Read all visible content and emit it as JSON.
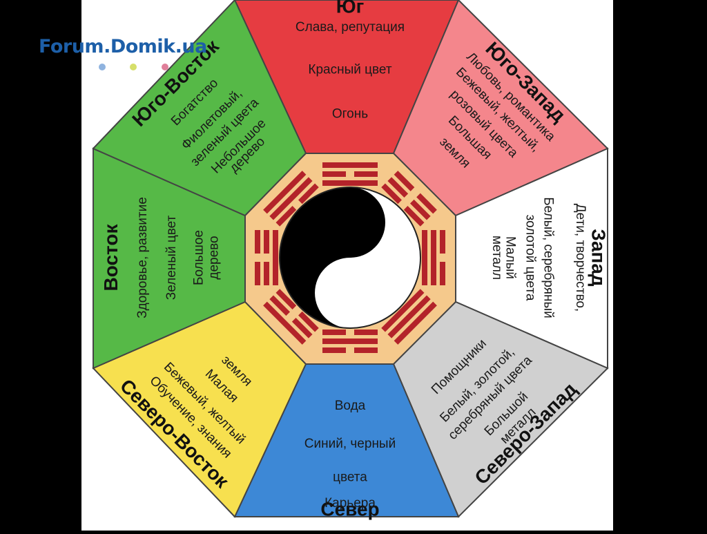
{
  "watermark": {
    "text": "Forum.Domik.ua",
    "dot_colors": [
      "#8fb3df",
      "#d6df6a",
      "#e07f9a"
    ]
  },
  "colors": {
    "south": "#e63c41",
    "southwest": "#f4868c",
    "west": "#ffffff",
    "northwest": "#d0d0d0",
    "north": "#3d88d6",
    "northeast": "#f7e04f",
    "east": "#56b947",
    "southeast": "#56b947",
    "center_ring": "#f5c98c",
    "trigram": "#b3232a",
    "outline": "#444444"
  },
  "sectors": [
    {
      "id": "south",
      "heading": "Юг",
      "labels": [
        "Слава, репутация",
        "Красный цвет",
        "Огонь"
      ]
    },
    {
      "id": "southwest",
      "heading": "Юго-Запад",
      "labels": [
        "Любовь, романтика",
        "Бежевый, желтый,",
        "розовый цвета",
        "Большая",
        "земля"
      ]
    },
    {
      "id": "west",
      "heading": "Запад",
      "labels": [
        "Дети, творчество,",
        "Белый, серебряный",
        "золотой цвета",
        "Малый",
        "металл"
      ]
    },
    {
      "id": "northwest",
      "heading": "Северо-Запад",
      "labels": [
        "Помощники",
        "Белый, золотой,",
        "серебряный цвета",
        "Большой",
        "металл"
      ]
    },
    {
      "id": "north",
      "heading": "Север",
      "labels": [
        "Вода",
        "Синий, черный",
        "цвета",
        "Карьера"
      ]
    },
    {
      "id": "northeast",
      "heading": "Северо-Восток",
      "labels": [
        "Обучение, знания",
        "Бежевый, желтый",
        "Малая",
        "земля"
      ]
    },
    {
      "id": "east",
      "heading": "Восток",
      "labels": [
        "Здоровье, развитие",
        "Зеленый цвет",
        "Большое",
        "дерево"
      ]
    },
    {
      "id": "southeast",
      "heading": "Юго-Восток",
      "labels": [
        "Богатство",
        "Фиолетовый,",
        "зеленый цвета",
        "Небольшое",
        "дерево"
      ]
    }
  ],
  "trigrams": [
    {
      "sector": "south",
      "lines": [
        1,
        0,
        1
      ]
    },
    {
      "sector": "southwest",
      "lines": [
        0,
        0,
        0
      ]
    },
    {
      "sector": "west",
      "lines": [
        0,
        1,
        1
      ]
    },
    {
      "sector": "northwest",
      "lines": [
        1,
        1,
        1
      ]
    },
    {
      "sector": "north",
      "lines": [
        0,
        1,
        0
      ]
    },
    {
      "sector": "northeast",
      "lines": [
        1,
        0,
        0
      ]
    },
    {
      "sector": "east",
      "lines": [
        0,
        0,
        1
      ]
    },
    {
      "sector": "southeast",
      "lines": [
        1,
        1,
        0
      ]
    }
  ]
}
